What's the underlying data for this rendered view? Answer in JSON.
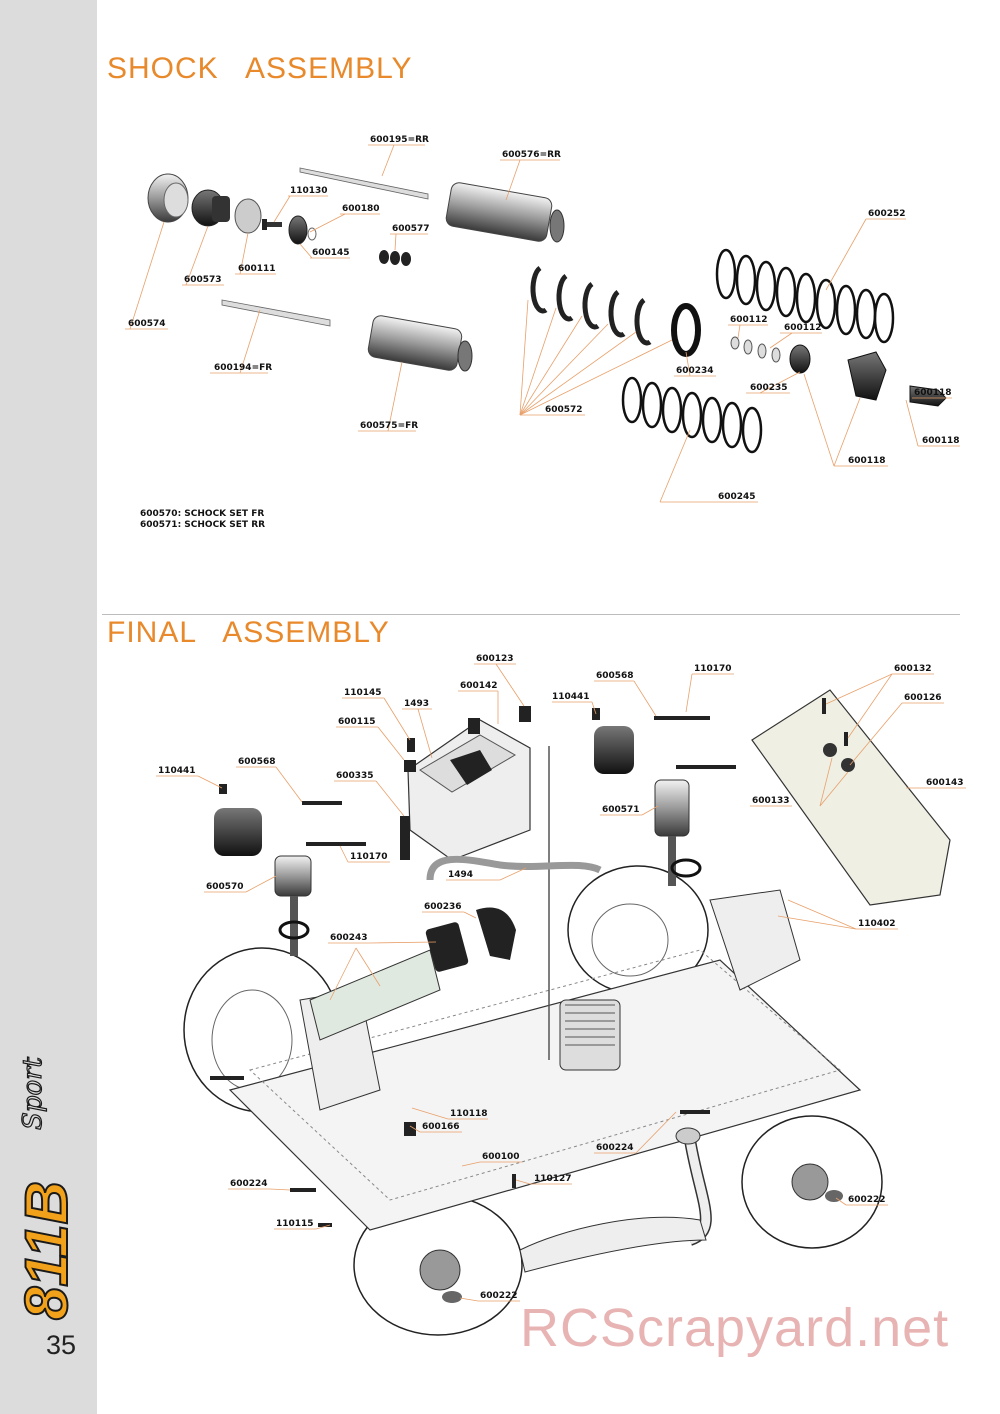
{
  "page_number": "35",
  "sections": {
    "shock": {
      "title": "SHOCK   ASSEMBLY"
    },
    "final": {
      "title": "FINAL   ASSEMBLY"
    }
  },
  "shock_notes": [
    "600570: SCHOCK SET FR",
    "600571: SCHOCK SET RR"
  ],
  "shock_labels": {
    "l600195rr": "600195=RR",
    "l600576rr": "600576=RR",
    "l110130": "110130",
    "l600180": "600180",
    "l600577": "600577",
    "l600145": "600145",
    "l600111": "600111",
    "l600573": "600573",
    "l600574": "600574",
    "l600252": "600252",
    "l600194fr": "600194=FR",
    "l600575fr": "600575=FR",
    "l600112a": "600112",
    "l600112b": "600112",
    "l600234": "600234",
    "l600235": "600235",
    "l600572": "600572",
    "l600118a": "600118",
    "l600118b": "600118",
    "l600118c": "600118",
    "l600245": "600245"
  },
  "final_labels": {
    "l600123": "600123",
    "l600142": "600142",
    "l110145": "110145",
    "l1493": "1493",
    "l600115": "600115",
    "l110441a": "110441",
    "l600568a": "600568",
    "l110170a": "110170",
    "l600132": "600132",
    "l600126": "600126",
    "l600143": "600143",
    "l600133": "600133",
    "l110441b": "110441",
    "l600568b": "600568",
    "l600335": "600335",
    "l600571": "600571",
    "l110170b": "110170",
    "l1494": "1494",
    "l600570": "600570",
    "l600236": "600236",
    "l110402": "110402",
    "l600243": "600243",
    "l110118": "110118",
    "l600166": "600166",
    "l600100": "600100",
    "l600224a": "600224",
    "l110127": "110127",
    "l600224b": "600224",
    "l600222a": "600222",
    "l110115": "110115",
    "l600222b": "600222"
  },
  "watermark": "RCScrapyard.net",
  "colors": {
    "accent": "#e8892b",
    "sidebar": "#dcdcdc",
    "leader": "#e8a06a"
  }
}
